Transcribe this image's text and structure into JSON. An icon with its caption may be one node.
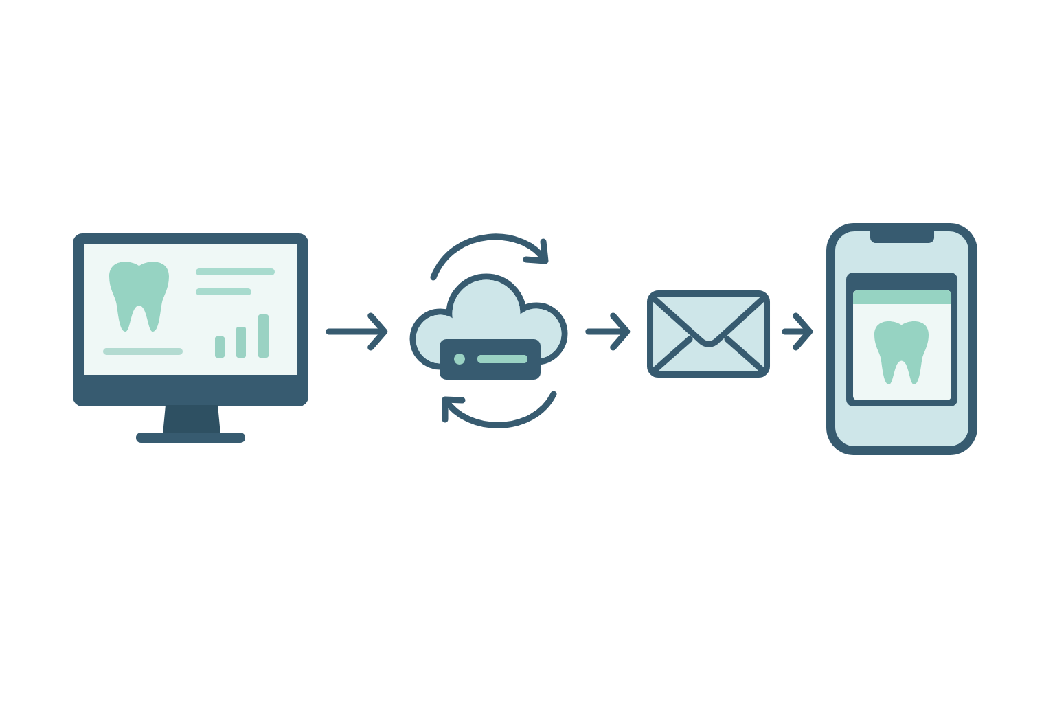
{
  "diagram": {
    "nodes": [
      {
        "text": [],
        "shape": "monitor"
      },
      {
        "text": [],
        "shape": "cloud"
      },
      {
        "text": [],
        "shape": "envelope"
      },
      {
        "text": [],
        "shape": "phone"
      }
    ],
    "edges": [
      {
        "from": 0,
        "to": 1,
        "arrow": "to"
      },
      {
        "from": 1,
        "to": 2,
        "arrow": "to"
      },
      {
        "from": 2,
        "to": 3,
        "arrow": "to"
      }
    ]
  }
}
